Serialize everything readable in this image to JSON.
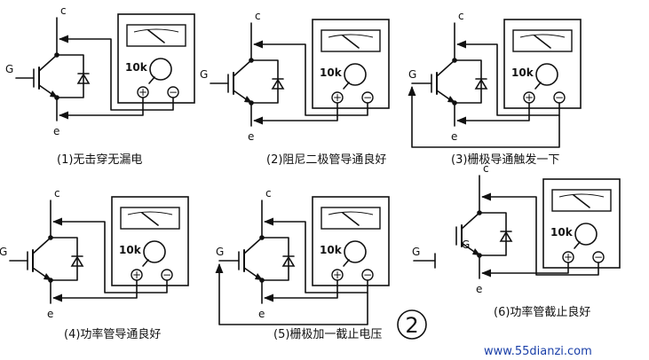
{
  "panels": [
    {
      "caption": "(1)无击穿无漏电",
      "c": "c",
      "e": "e",
      "g": "G",
      "meter": "10k",
      "plus": "+",
      "minus": "−"
    },
    {
      "caption": "(2)阻尼二极管导通良好",
      "c": "c",
      "e": "e",
      "g": "G",
      "meter": "10k",
      "plus": "+",
      "minus": "−"
    },
    {
      "caption": "(3)栅极导通触发一下",
      "c": "c",
      "e": "e",
      "g": "G",
      "meter": "10k",
      "plus": "+",
      "minus": "−"
    },
    {
      "caption": "(4)功率管导通良好",
      "c": "c",
      "e": "e",
      "g": "G",
      "meter": "10k",
      "plus": "+",
      "minus": "−"
    },
    {
      "caption": "(5)栅极加一截止电压",
      "c": "c",
      "e": "e",
      "g": "G",
      "meter": "10k",
      "plus": "+",
      "minus": "−"
    },
    {
      "caption": "(6)功率管截止良好",
      "c": "c",
      "e": "e",
      "g": "G",
      "meter": "10k",
      "plus": "+",
      "minus": "−"
    }
  ],
  "figure_number": "2",
  "watermark": "www.55dianzi.com"
}
